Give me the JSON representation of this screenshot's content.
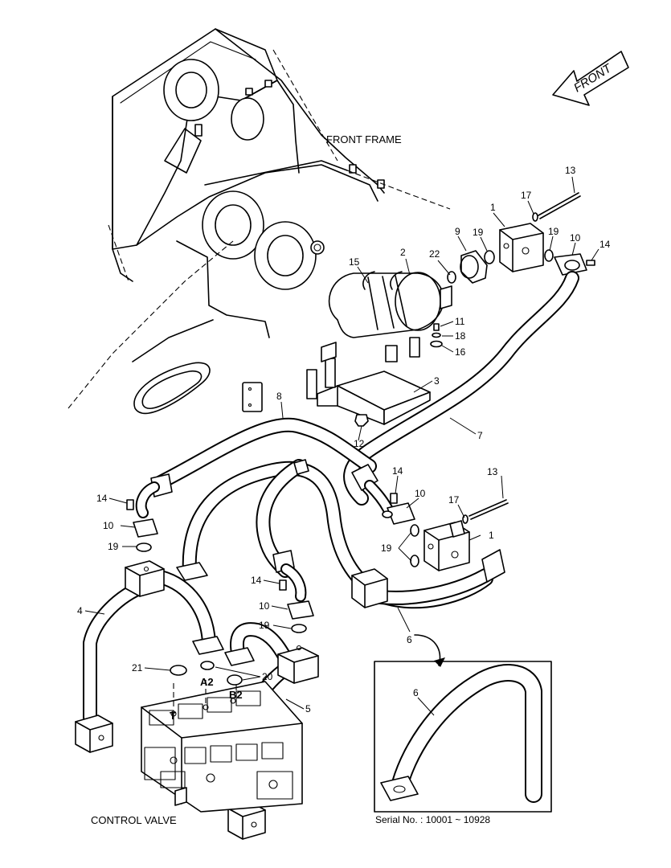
{
  "labels": {
    "front_arrow": "FRONT",
    "front_frame": "FRONT FRAME",
    "control_valve": "CONTROL VALVE",
    "serial": "Serial No. : 10001 ~ 10928"
  },
  "ports": [
    "A2",
    "B2",
    "T"
  ],
  "callouts": {
    "c13a": "13",
    "c17a": "17",
    "c1a": "1",
    "c9": "9",
    "c19a": "19",
    "c19b": "19",
    "c10a": "10",
    "c14a": "14",
    "c2": "2",
    "c15": "15",
    "c22": "22",
    "c11": "11",
    "c18": "18",
    "c16": "16",
    "c3": "3",
    "c7": "7",
    "c8": "8",
    "c12": "12",
    "c14b": "14",
    "c10b": "10",
    "c13b": "13",
    "c17b": "17",
    "c1b": "1",
    "c19c": "19",
    "c14c": "14",
    "c10c": "10",
    "c19d": "19",
    "c4": "4",
    "c14d": "14",
    "c10d": "10",
    "c19e": "19",
    "c21": "21",
    "c20": "20",
    "c5": "5",
    "c6": "6",
    "c6b": "6"
  }
}
